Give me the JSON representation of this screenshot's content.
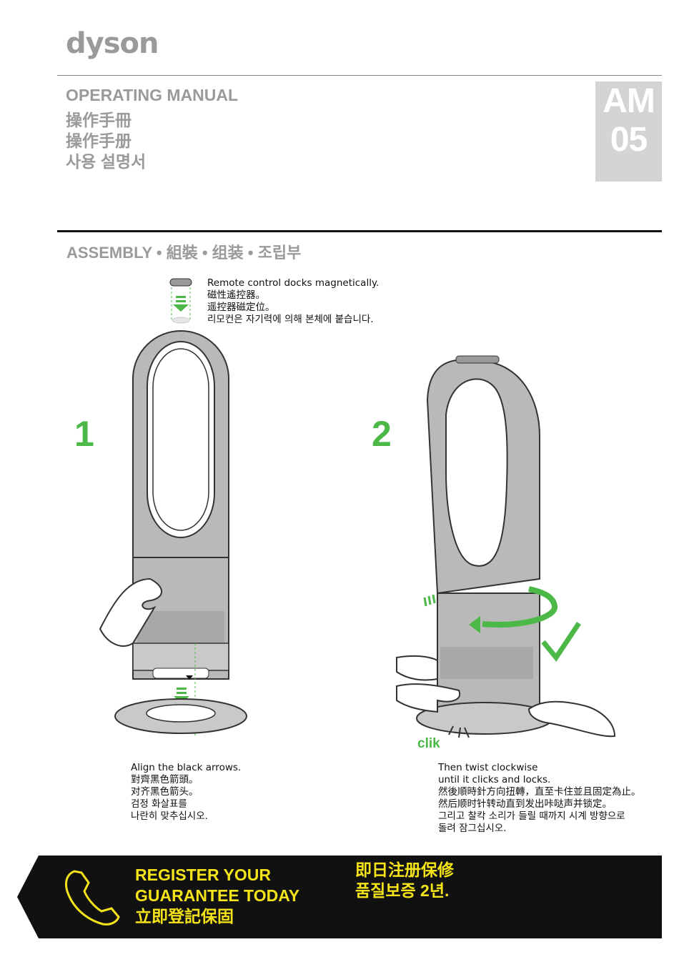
{
  "header": {
    "logo_text": "dyson",
    "titles": [
      "OPERATING MANUAL",
      "操作手冊",
      "操作手册",
      "사용 설명서"
    ],
    "model": [
      "AM",
      "05"
    ]
  },
  "section": {
    "title": "ASSEMBLY • 組裝 • 组装 • 조립부"
  },
  "step1": {
    "number": "1",
    "top_caption": [
      "Remote control docks magnetically.",
      "磁性遙控器。",
      "遥控器磁定位。",
      "리모컨은 자기력에 의해 본체에 붙습니다."
    ],
    "bottom_caption": [
      "Align the black arrows.",
      "對齊黑色箭頭。",
      "对齐黑色箭头。",
      "검정 화살표를",
      "나란히 맞추십시오."
    ]
  },
  "step2": {
    "number": "2",
    "sound_label": "clik",
    "caption": [
      "Then twist clockwise",
      "until it clicks and locks.",
      "然後順時針方向扭轉，直至卡住並且固定為止。",
      "然后顺时针转动直到发出咔哒声并锁定。",
      "그리고 찰칵 소리가 들릴 때까지 시계 방향으로",
      "돌려 잠그십시오."
    ]
  },
  "banner": {
    "left_lines": [
      "REGISTER YOUR",
      "GUARANTEE TODAY",
      "立即登記保固"
    ],
    "right_lines": [
      "即日注册保修",
      "품질보증 2년."
    ],
    "icon": "phone-icon"
  },
  "colors": {
    "accent_green": "#4cb848",
    "banner_bg": "#111111",
    "banner_text": "#f5e31a",
    "header_grey": "#9a9a9a"
  }
}
